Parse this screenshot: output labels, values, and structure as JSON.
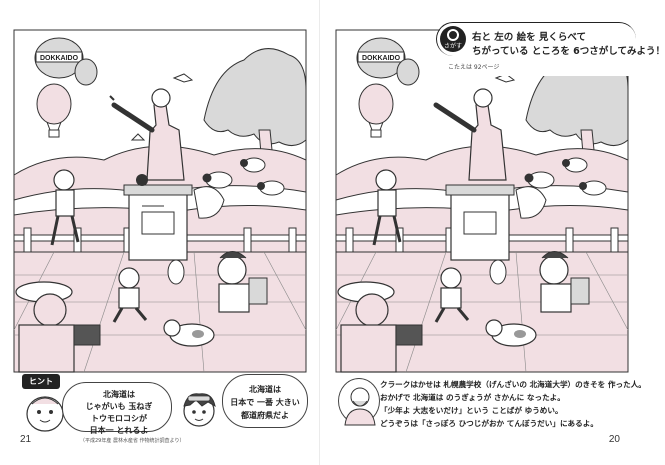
{
  "left_page": {
    "page_number": "21",
    "balloon_banner": "DOKKAIDO",
    "hint": {
      "tag": "ヒント",
      "bubble1": [
        "北海道は",
        "じゃがいも 玉ねぎ",
        "トウモロコシが",
        "日本一 とれるよ"
      ],
      "bubble2": [
        "北海道は",
        "日本で 一番 大きい",
        "都道府県だよ"
      ]
    },
    "footnote": "（平成29年産 農林水産省 作物統計調査より）"
  },
  "right_page": {
    "page_number": "20",
    "balloon_banner": "DOKKAIDO",
    "instructions": {
      "badge": "さがす",
      "line1": "右と 左の 絵を 見くらべて",
      "line2": "ちがっている ところを 6つさがしてみよう！",
      "answer": "こたえは 92ページ"
    },
    "clark_text": [
      "クラークはかせは 札幌農学校（げんざいの 北海道大学）のきそを 作った人。",
      "おかげで 北海道は のうぎょうが さかんに なったよ。",
      "「少年よ 大志をいだけ」という ことばが ゆうめい。",
      "どうぞうは「さっぽろ ひつじがおか てんぼうだい」にあるよ。"
    ]
  },
  "colors": {
    "ink": "#222222",
    "pink": "#f2dfe3",
    "gray": "#d9d9d9",
    "white": "#ffffff"
  }
}
